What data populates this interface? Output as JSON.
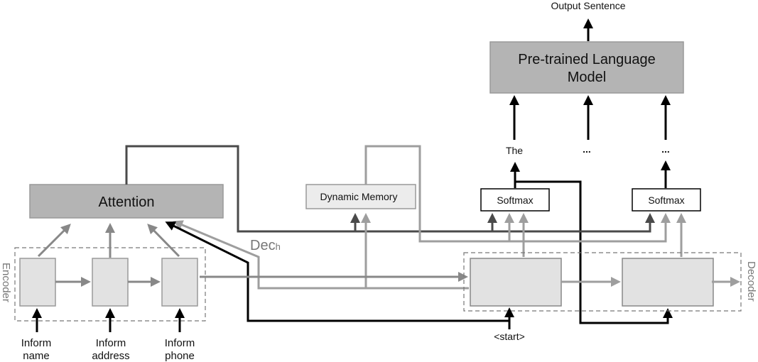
{
  "title": "Output Sentence",
  "plm": {
    "line1": "Pre-trained Language",
    "line2": "Model"
  },
  "tokens": [
    "The",
    "...",
    "..."
  ],
  "softmax": [
    "Softmax",
    "Softmax"
  ],
  "attention": "Attention",
  "dynamic_memory": "Dynamic Memory",
  "dec_h": {
    "base": "Dec",
    "sub": "h"
  },
  "encoder_label": "Encoder",
  "decoder_label": "Decoder",
  "start_token": "<start>",
  "inputs": [
    {
      "line1": "Inform",
      "line2": "name"
    },
    {
      "line1": "Inform",
      "line2": "address"
    },
    {
      "line1": "Inform",
      "line2": "phone"
    }
  ],
  "colors": {
    "black": "#000000",
    "dark": "#4a4a4a",
    "mid": "#888888",
    "light": "#9e9e9e",
    "box_dark": "#b4b4b4",
    "box_light": "#e2e2e2",
    "box_memory": "#ececec"
  }
}
